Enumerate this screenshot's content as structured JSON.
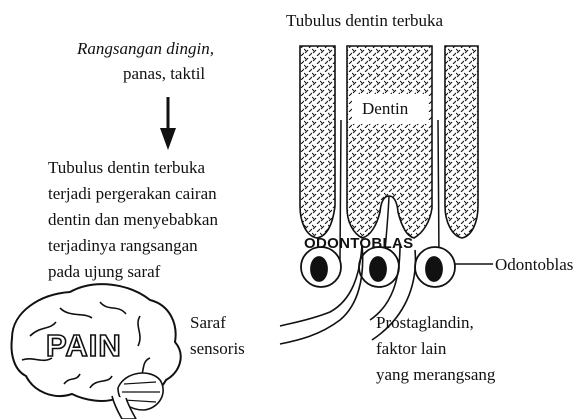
{
  "labels": {
    "top_title": "Tubulus dentin terbuka",
    "stimulus_line1": "Rangsangan dingin,",
    "stimulus_line2": "panas, taktil",
    "desc_line1": "Tubulus dentin terbuka",
    "desc_line2": "terjadi pergerakan cairan",
    "desc_line3": "dentin dan menyebabkan",
    "desc_line4": "terjadinya rangsangan",
    "desc_line5": "pada ujung saraf",
    "dentin": "Dentin",
    "odontoblast_layer": "ODONTOBLAS",
    "odontoblast_right": "Odontoblas",
    "nerve_line1": "Saraf",
    "nerve_line2": "sensoris",
    "prost_line1": "Prostaglandin,",
    "prost_line2": "faktor lain",
    "prost_line3": "yang merangsang",
    "brain_word": "PAIN"
  },
  "colors": {
    "ink": "#111111",
    "paper": "#ffffff"
  }
}
